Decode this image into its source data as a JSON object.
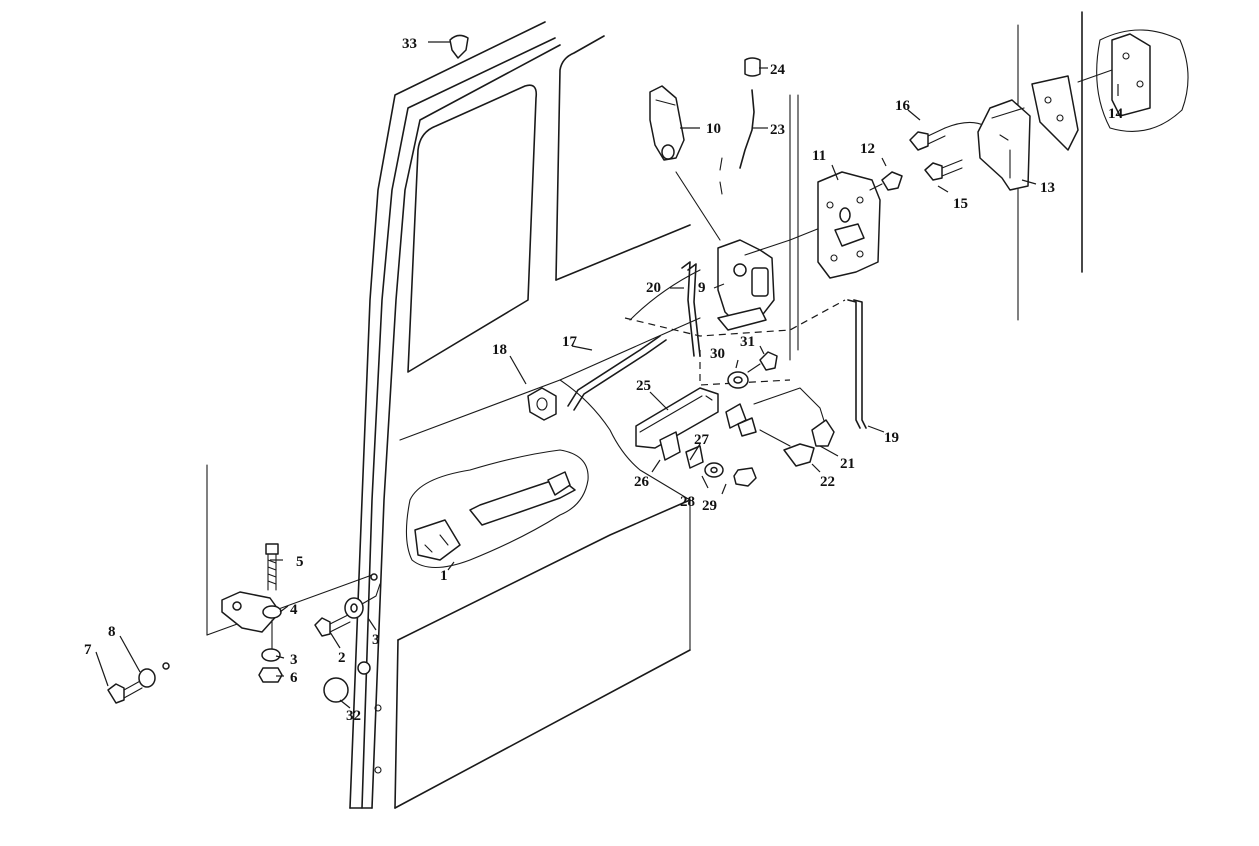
{
  "callouts": [
    {
      "label": "1"
    },
    {
      "label": "2"
    },
    {
      "label": "3"
    },
    {
      "label": "3"
    },
    {
      "label": "4"
    },
    {
      "label": "5"
    },
    {
      "label": "6"
    },
    {
      "label": "7"
    },
    {
      "label": "8"
    },
    {
      "label": "9"
    },
    {
      "label": "10"
    },
    {
      "label": "11"
    },
    {
      "label": "12"
    },
    {
      "label": "13"
    },
    {
      "label": "14"
    },
    {
      "label": "15"
    },
    {
      "label": "16"
    },
    {
      "label": "17"
    },
    {
      "label": "18"
    },
    {
      "label": "19"
    },
    {
      "label": "20"
    },
    {
      "label": "21"
    },
    {
      "label": "22"
    },
    {
      "label": "23"
    },
    {
      "label": "24"
    },
    {
      "label": "25"
    },
    {
      "label": "26"
    },
    {
      "label": "27"
    },
    {
      "label": "28"
    },
    {
      "label": "29"
    },
    {
      "label": "30"
    },
    {
      "label": "31"
    },
    {
      "label": "32"
    },
    {
      "label": "33"
    }
  ]
}
